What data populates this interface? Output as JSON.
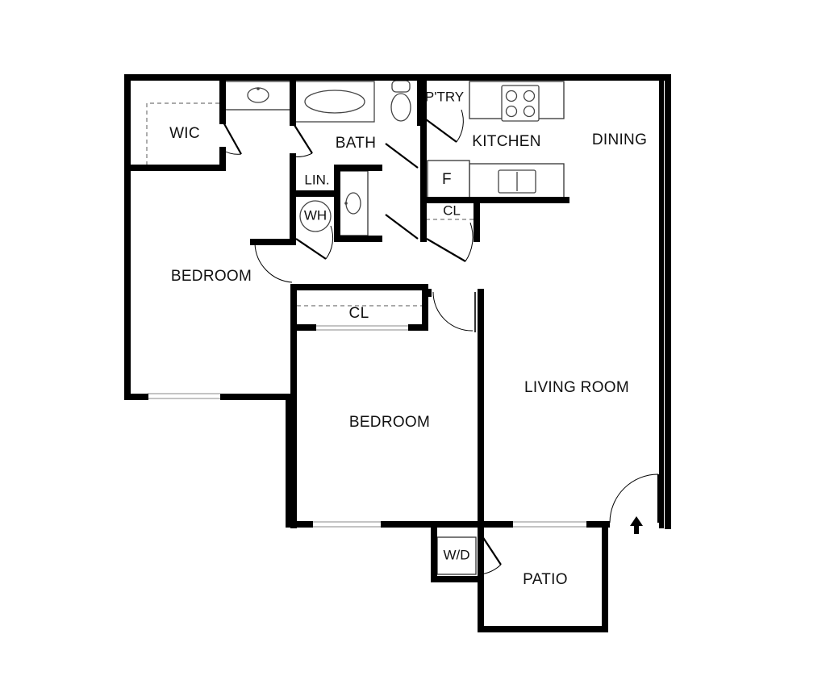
{
  "rooms": {
    "wic": "WIC",
    "bath": "BATH",
    "pantry": "P'TRY",
    "kitchen": "KITCHEN",
    "dining": "DINING",
    "fridge": "F",
    "linen": "LIN.",
    "water_heater": "WH",
    "closet_hall": "CL",
    "bedroom_main": "BEDROOM",
    "closet_bedroom": "CL",
    "living_room": "LIVING ROOM",
    "bedroom_second": "BEDROOM",
    "washer_dryer": "W/D",
    "patio": "PATIO"
  },
  "entry_icon": "up-arrow-icon"
}
